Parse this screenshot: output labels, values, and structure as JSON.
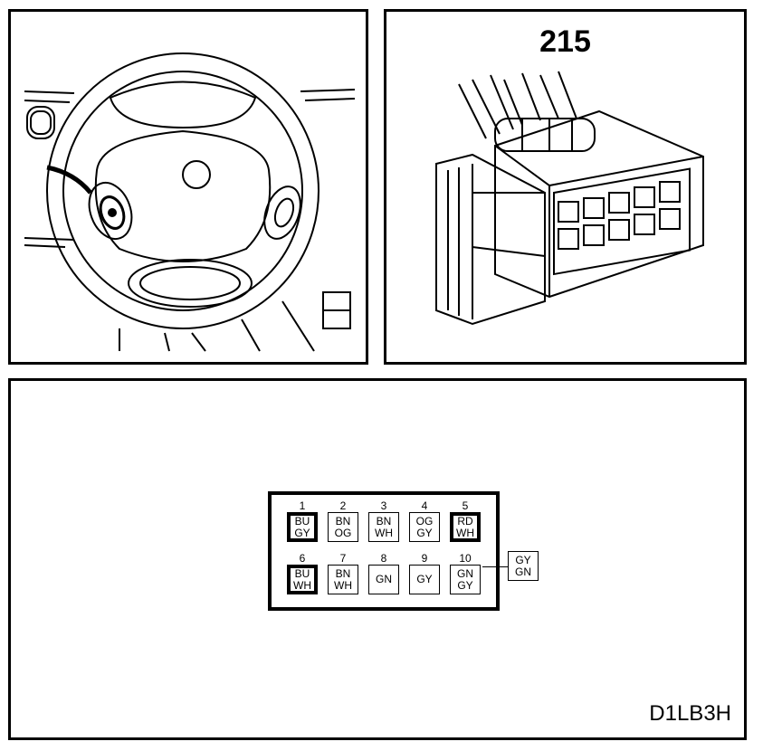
{
  "connector_number": "215",
  "diagram_code": "D1LB3H",
  "pins_row1": [
    {
      "num": "1",
      "c1": "BU",
      "c2": "GY",
      "bold": true
    },
    {
      "num": "2",
      "c1": "BN",
      "c2": "OG",
      "bold": false
    },
    {
      "num": "3",
      "c1": "BN",
      "c2": "WH",
      "bold": false
    },
    {
      "num": "4",
      "c1": "OG",
      "c2": "GY",
      "bold": false
    },
    {
      "num": "5",
      "c1": "RD",
      "c2": "WH",
      "bold": true
    }
  ],
  "pins_row2": [
    {
      "num": "6",
      "c1": "BU",
      "c2": "WH",
      "bold": true
    },
    {
      "num": "7",
      "c1": "BN",
      "c2": "WH",
      "bold": false
    },
    {
      "num": "8",
      "c1": "GN",
      "c2": "",
      "bold": false
    },
    {
      "num": "9",
      "c1": "GY",
      "c2": "",
      "bold": false
    },
    {
      "num": "10",
      "c1": "GN",
      "c2": "GY",
      "bold": false
    }
  ],
  "external_wire": {
    "c1": "GY",
    "c2": "GN"
  }
}
